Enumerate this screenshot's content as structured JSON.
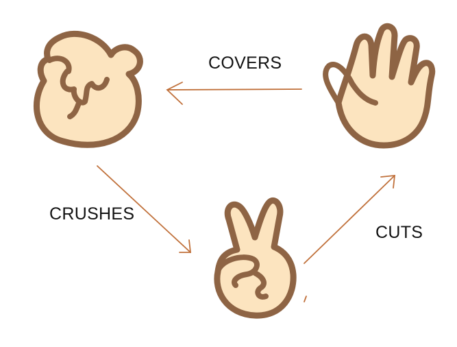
{
  "labels": {
    "covers": "COVERS",
    "crushes": "CRUSHES",
    "cuts": "CUTS"
  },
  "colors": {
    "skin": "#FCE4BF",
    "outline": "#8E6444",
    "arrow": "#C0703A"
  },
  "icons": [
    "rock-fist-icon",
    "paper-hand-icon",
    "scissors-hand-icon"
  ]
}
